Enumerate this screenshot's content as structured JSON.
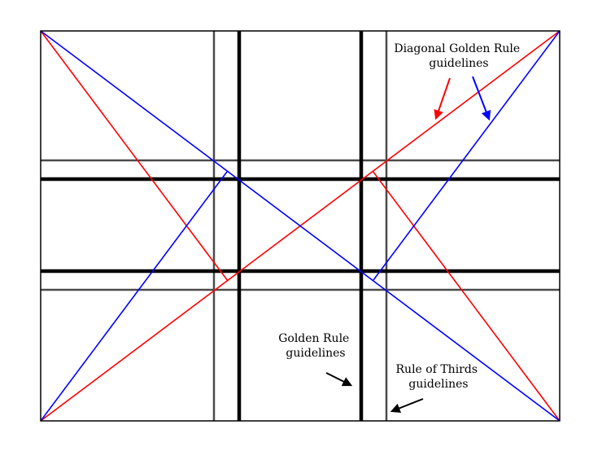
{
  "colors": {
    "frame": "#000000",
    "thirds_lines": "#4a4a4a",
    "golden_rule_lines": "#000000",
    "diagonal_red": "#ff0000",
    "diagonal_blue": "#0000ff",
    "background": "#ffffff"
  },
  "labels": {
    "diagonal": [
      "Diagonal Golden Rule",
      "guidelines"
    ],
    "golden": [
      "Golden Rule",
      "guidelines"
    ],
    "thirds": [
      "Rule of Thirds",
      "guidelines"
    ]
  },
  "guides": {
    "thirds": [
      0.3333,
      0.6667
    ],
    "golden": [
      0.382,
      0.618
    ]
  }
}
